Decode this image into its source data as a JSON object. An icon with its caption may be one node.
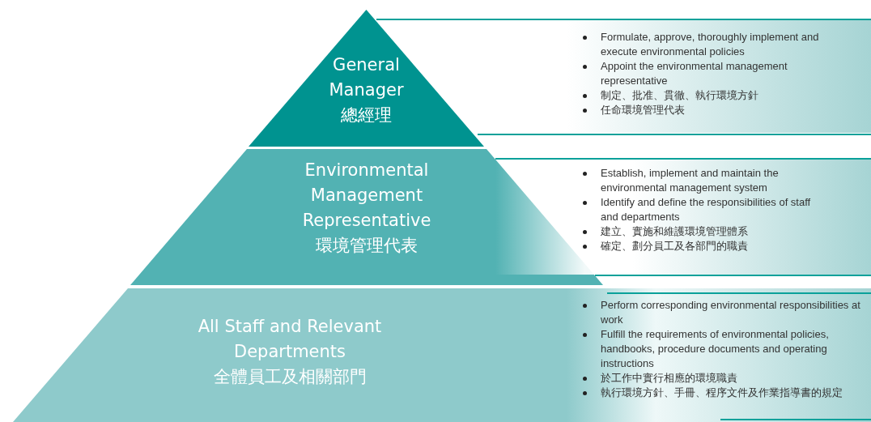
{
  "diagram": {
    "nodes": [
      {
        "text": [
          "General Manager",
          "總經理"
        ]
      },
      {
        "text": [
          "Environmental Management Representative",
          "環境管理代表"
        ]
      },
      {
        "text": [
          "All Staff and Relevant Departments",
          "全體員工及相關部門"
        ]
      },
      {
        "text": [
          "Formulate, approve, thoroughly implement and execute environmental policies",
          "Appoint the environmental management representative",
          "制定、批准、貫徹、執行環境方針",
          "任命環境管理代表"
        ]
      },
      {
        "text": [
          "Establish, implement and maintain the environmental management system",
          "Identify and define the responsibilities of staff and departments",
          "建立、實施和維護環境管理體系",
          "確定、劃分員工及各部門的職責"
        ]
      },
      {
        "text": [
          "Perform corresponding environmental responsibilities at work",
          "Fulfill the requirements of environmental policies, handbooks, procedure documents and operating instructions",
          "於工作中實行相應的環境職責",
          "執行環境方針、手冊、程序文件及作業指導書的規定"
        ]
      }
    ]
  }
}
